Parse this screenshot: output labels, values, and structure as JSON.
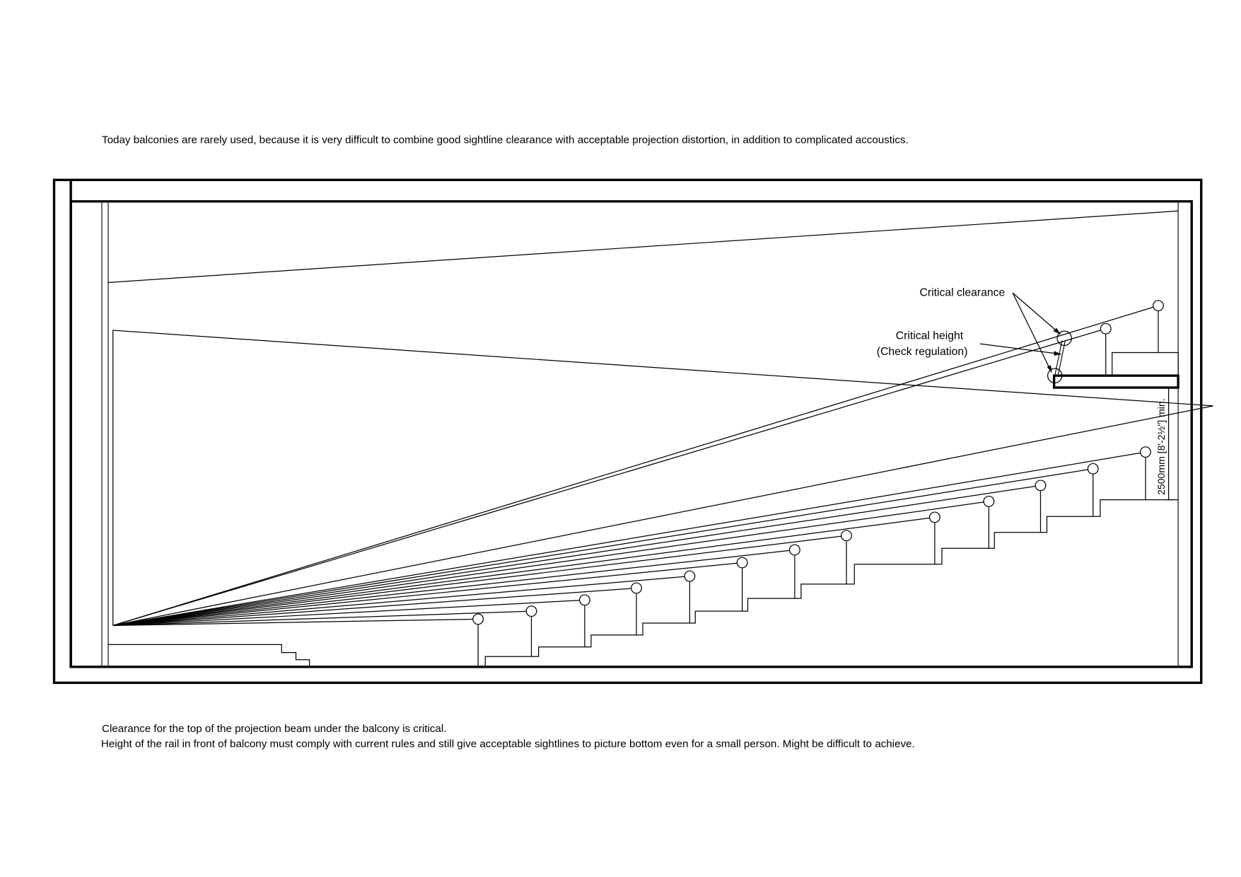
{
  "header_note": "Today balconies are rarely used, because it is very difficult to combine good sightline clearance with acceptable projection distortion, in addition to complicated accoustics.",
  "labels": {
    "critical_clearance": "Critical clearance",
    "critical_height": "Critical height",
    "check_regulation": "(Check regulation)",
    "dimension": "2500mm [8'-2½\"] min."
  },
  "footer_notes": [
    "Clearance for the top of the projection beam under the balcony is critical.",
    "Height of the rail in front of balcony must comply with current rules and still give acceptable sightlines to picture bottom even for a small person. Might be difficult to achieve."
  ]
}
